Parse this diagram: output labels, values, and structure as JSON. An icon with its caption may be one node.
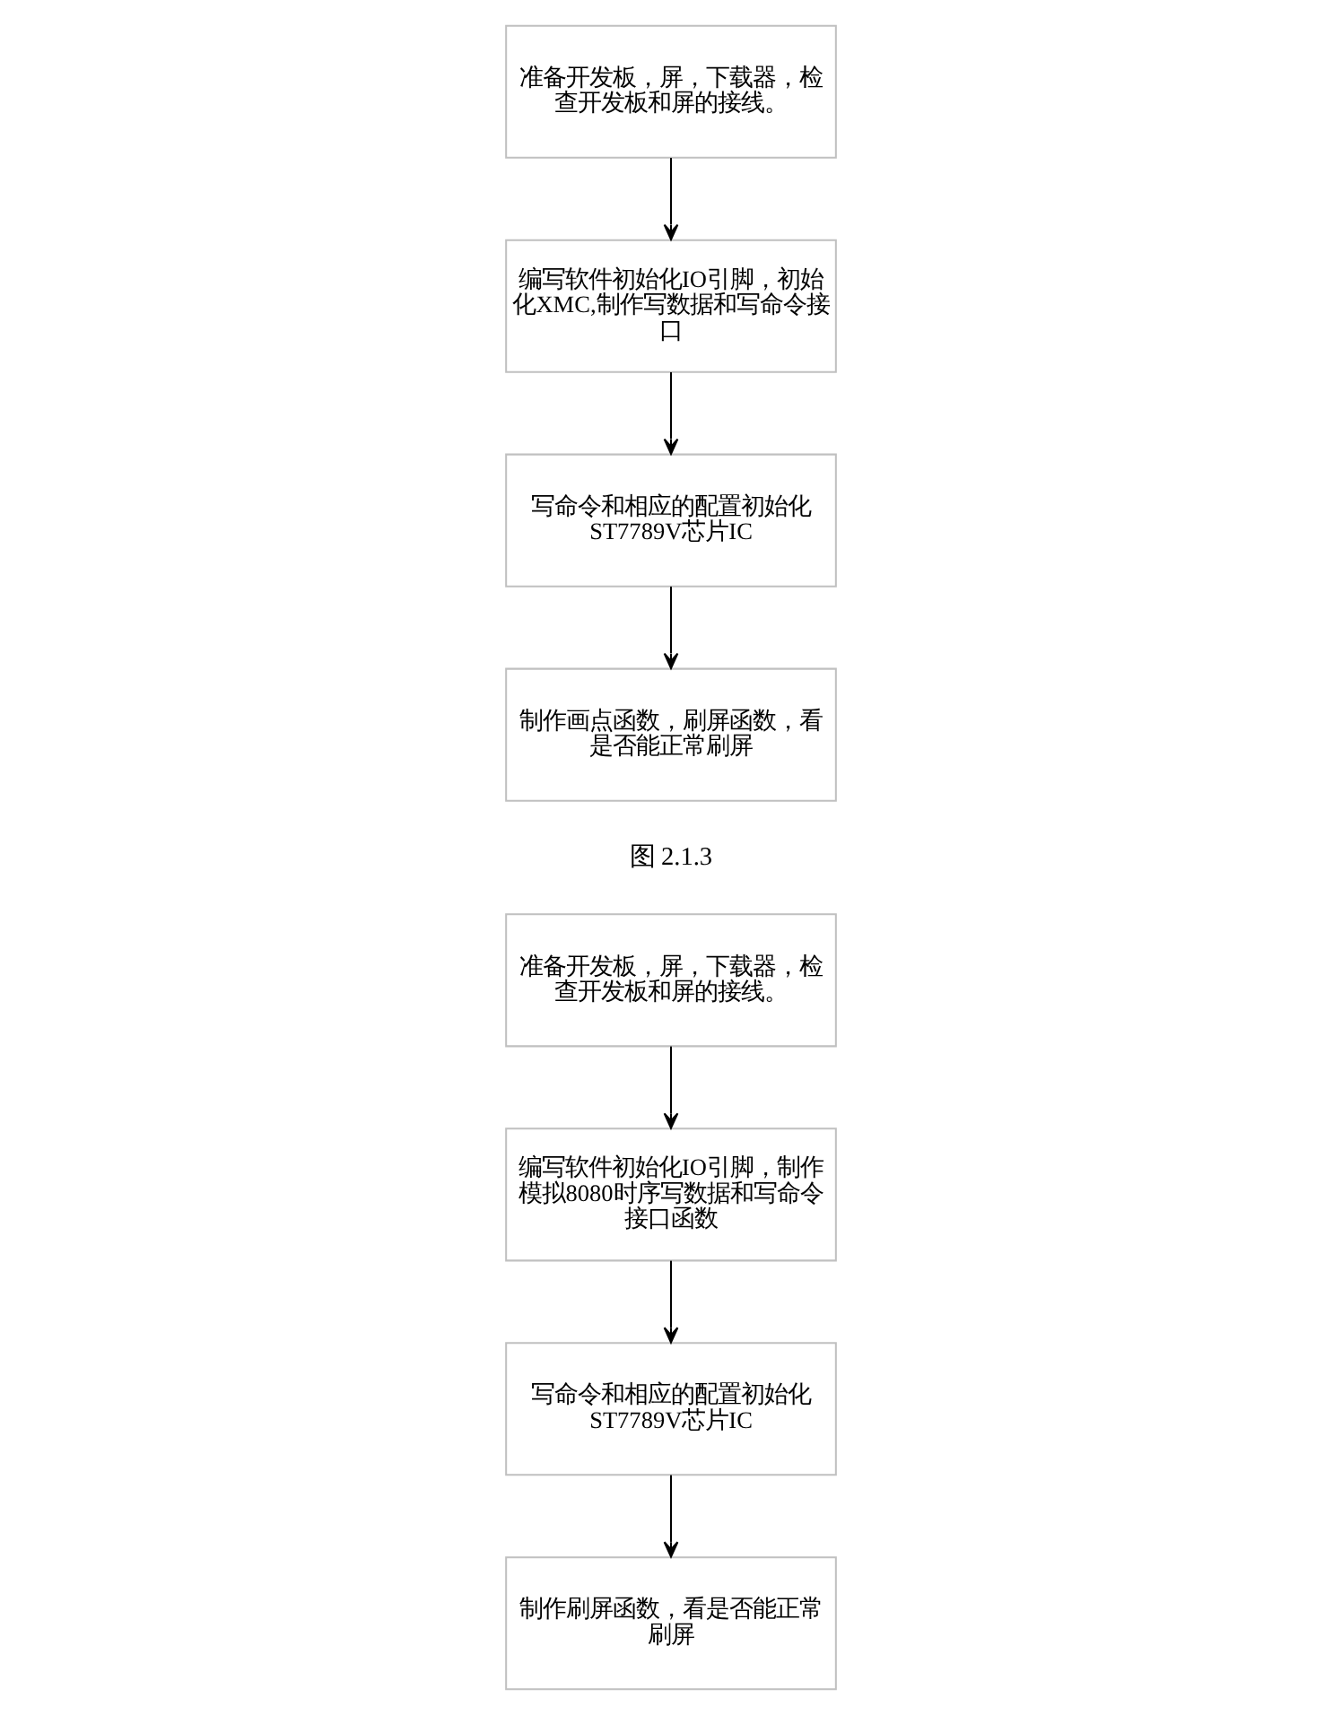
{
  "diagram": {
    "nodes": [
      {
        "text": [
          "准备开发板，屏，下载器，检查开发板和屏的接线。"
        ]
      },
      {
        "text": [
          "编写软件初始化IO引脚，初始化XMC,制作写数据和写命令接口"
        ]
      },
      {
        "text": [
          "写命令和相应的配置初始化ST7789V芯片IC"
        ]
      },
      {
        "text": [
          "制作画点函数，刷屏函数，看是否能正常刷屏"
        ]
      },
      {
        "text": [
          "准备开发板，屏，下载器，检查开发板和屏的接线。"
        ]
      },
      {
        "text": [
          "编写软件初始化IO引脚，制作模拟8080时序写数据和写命令接口函数"
        ]
      },
      {
        "text": [
          "写命令和相应的配置初始化ST7789V芯片IC"
        ]
      },
      {
        "text": [
          "制作刷屏函数，看是否能正常刷屏"
        ]
      }
    ],
    "edges": [
      {
        "from": 0,
        "to": 1,
        "arrow": "to"
      },
      {
        "from": 1,
        "to": 2,
        "arrow": "to"
      },
      {
        "from": 2,
        "to": 3,
        "arrow": "to"
      },
      {
        "from": 4,
        "to": 5,
        "arrow": "to"
      },
      {
        "from": 5,
        "to": 6,
        "arrow": "to"
      },
      {
        "from": 6,
        "to": 7,
        "arrow": "to"
      }
    ],
    "labels": [
      "图 2.1.3"
    ]
  }
}
